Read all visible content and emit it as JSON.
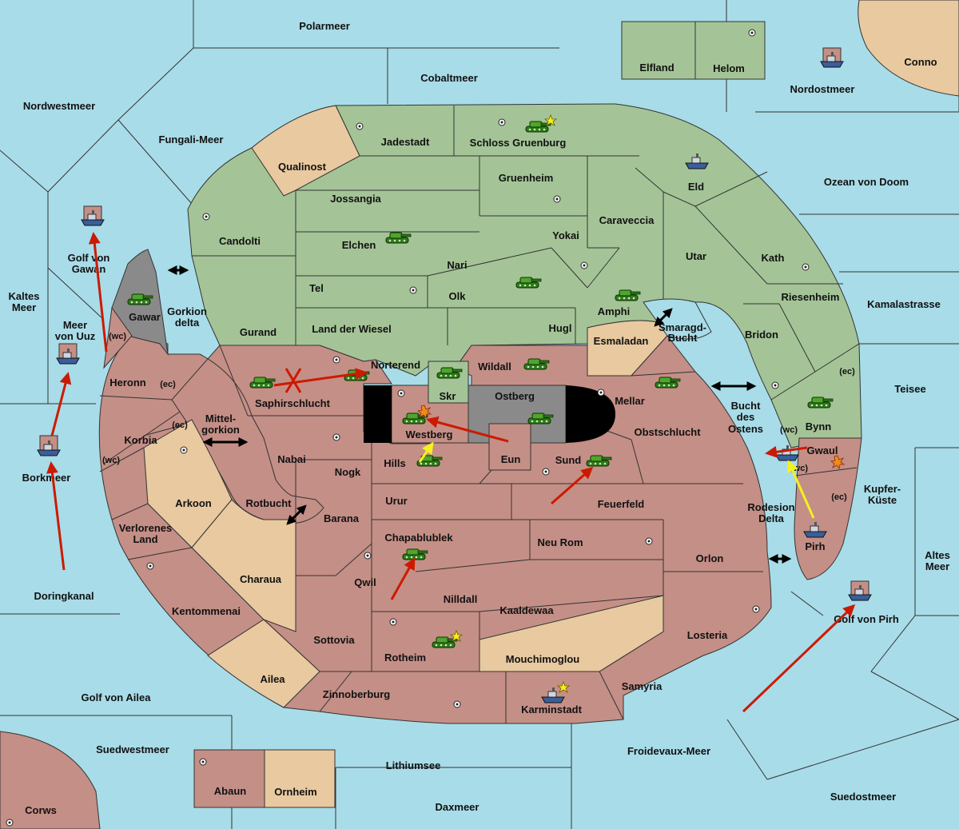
{
  "colors": {
    "sea": "#a8dce8",
    "green": "#a4c497",
    "red": "#c48f86",
    "neutral": "#e8c9a0",
    "gray": "#8a8a8a",
    "move_arrow": "#cc1a00",
    "support_arrow": "#f5f020"
  },
  "regions": {
    "polarmeer": "Polarmeer",
    "cobaltmeer": "Cobaltmeer",
    "elfland": "Elfland",
    "helom": "Helom",
    "nordostmeer": "Nordostmeer",
    "conno": "Conno",
    "nordwestmeer": "Nordwestmeer",
    "fungali_meer": "Fungali-Meer",
    "jadestadt": "Jadestadt",
    "schloss_gruenburg": "Schloss Gruenburg",
    "qualinost": "Qualinost",
    "gruenheim": "Gruenheim",
    "eld": "Eld",
    "ozean_von_doom": "Ozean von Doom",
    "jossangia": "Jossangia",
    "caraveccia": "Caraveccia",
    "candolti": "Candolti",
    "elchen": "Elchen",
    "yokai": "Yokai",
    "golf_von_gawan": [
      "Golf von",
      "Gawan"
    ],
    "nari": "Nari",
    "utar": "Utar",
    "kath": "Kath",
    "kaltes_meer": [
      "Kaltes",
      "Meer"
    ],
    "tel": "Tel",
    "olk": "Olk",
    "riesenheim": "Riesenheim",
    "kamalastrasse": "Kamalastrasse",
    "gawar": "Gawar",
    "gorkion_delta": [
      "Gorkion",
      "delta"
    ],
    "amphi": "Amphi",
    "meer_von_uuz": [
      "Meer",
      "von Uuz"
    ],
    "gurand": "Gurand",
    "land_der_wiesel": "Land der Wiesel",
    "hugl": "Hugl",
    "smaragd_bucht": [
      "Smaragd-",
      "Bucht"
    ],
    "bridon": "Bridon",
    "esmaladan": "Esmaladan",
    "norterend": "Norterend",
    "wildall": "Wildall",
    "heronn": "Heronn",
    "teisee": "Teisee",
    "saphirschlucht": "Saphirschlucht",
    "skr": "Skr",
    "ostberg": "Ostberg",
    "mellar": "Mellar",
    "bucht_des_ostens": [
      "Bucht",
      "des",
      "Ostens"
    ],
    "mittel_gorkion": [
      "Mittel-",
      "gorkion"
    ],
    "bynn": "Bynn",
    "korbia": "Korbia",
    "westberg": "Westberg",
    "obstschlucht": "Obstschlucht",
    "gwaul": "Gwaul",
    "borkmeer": "Borkmeer",
    "nabai": "Nabai",
    "hills": "Hills",
    "eun": "Eun",
    "sund": "Sund",
    "kupfer_kueste": [
      "Kupfer-",
      "Küste"
    ],
    "nogk": "Nogk",
    "arkoon": "Arkoon",
    "rotbucht": "Rotbucht",
    "urur": "Urur",
    "feuerfeld": "Feuerfeld",
    "rodesion_delta": [
      "Rodesion",
      "Delta"
    ],
    "barana": "Barana",
    "verlorenes_land": [
      "Verlorenes",
      "Land"
    ],
    "chapablublek": "Chapablublek",
    "neu_rom": "Neu Rom",
    "pirh": "Pirh",
    "altes_meer": [
      "Altes",
      "Meer"
    ],
    "orlon": "Orlon",
    "charaua": "Charaua",
    "qwil": "Qwil",
    "doringkanal": "Doringkanal",
    "nilldall": "Nilldall",
    "kentommenai": "Kentommenai",
    "kaaldewaa": "Kaaldewaa",
    "golf_von_pirh": "Golf von Pirh",
    "losteria": "Losteria",
    "sottovia": "Sottovia",
    "rotheim": "Rotheim",
    "mouchimoglou": "Mouchimoglou",
    "ailea": "Ailea",
    "samyria": "Samyria",
    "golf_von_ailea": "Golf von Ailea",
    "zinnoberburg": "Zinnoberburg",
    "karminstadt": "Karminstadt",
    "suedwestmeer": "Suedwestmeer",
    "froidevaux_meer": "Froidevaux-Meer",
    "lithiumsee": "Lithiumsee",
    "abaun": "Abaun",
    "ornheim": "Ornheim",
    "suedostmeer": "Suedostmeer",
    "corws": "Corws",
    "daxmeer": "Daxmeer"
  },
  "coast_tags": {
    "wc": "(wc)",
    "ec": "(ec)"
  },
  "units": {
    "green_armies": [
      "Schloss Gruenburg",
      "Elchen",
      "Olk",
      "Gawar",
      "Amphi",
      "Saphirschlucht",
      "Norterend",
      "Skr",
      "Wildall",
      "Westberg",
      "Ostberg",
      "Mellar",
      "Bynn",
      "Hills",
      "Sund",
      "Chapablublek",
      "Rotheim"
    ],
    "green_fleets": [
      "Eld",
      "Karminstadt"
    ],
    "red_fleets": [
      "Nordostmeer",
      "Golf von Gawan",
      "Meer von Uuz",
      "Borkmeer",
      "Gwaul",
      "Pirh",
      "Golf von Pirh"
    ]
  }
}
